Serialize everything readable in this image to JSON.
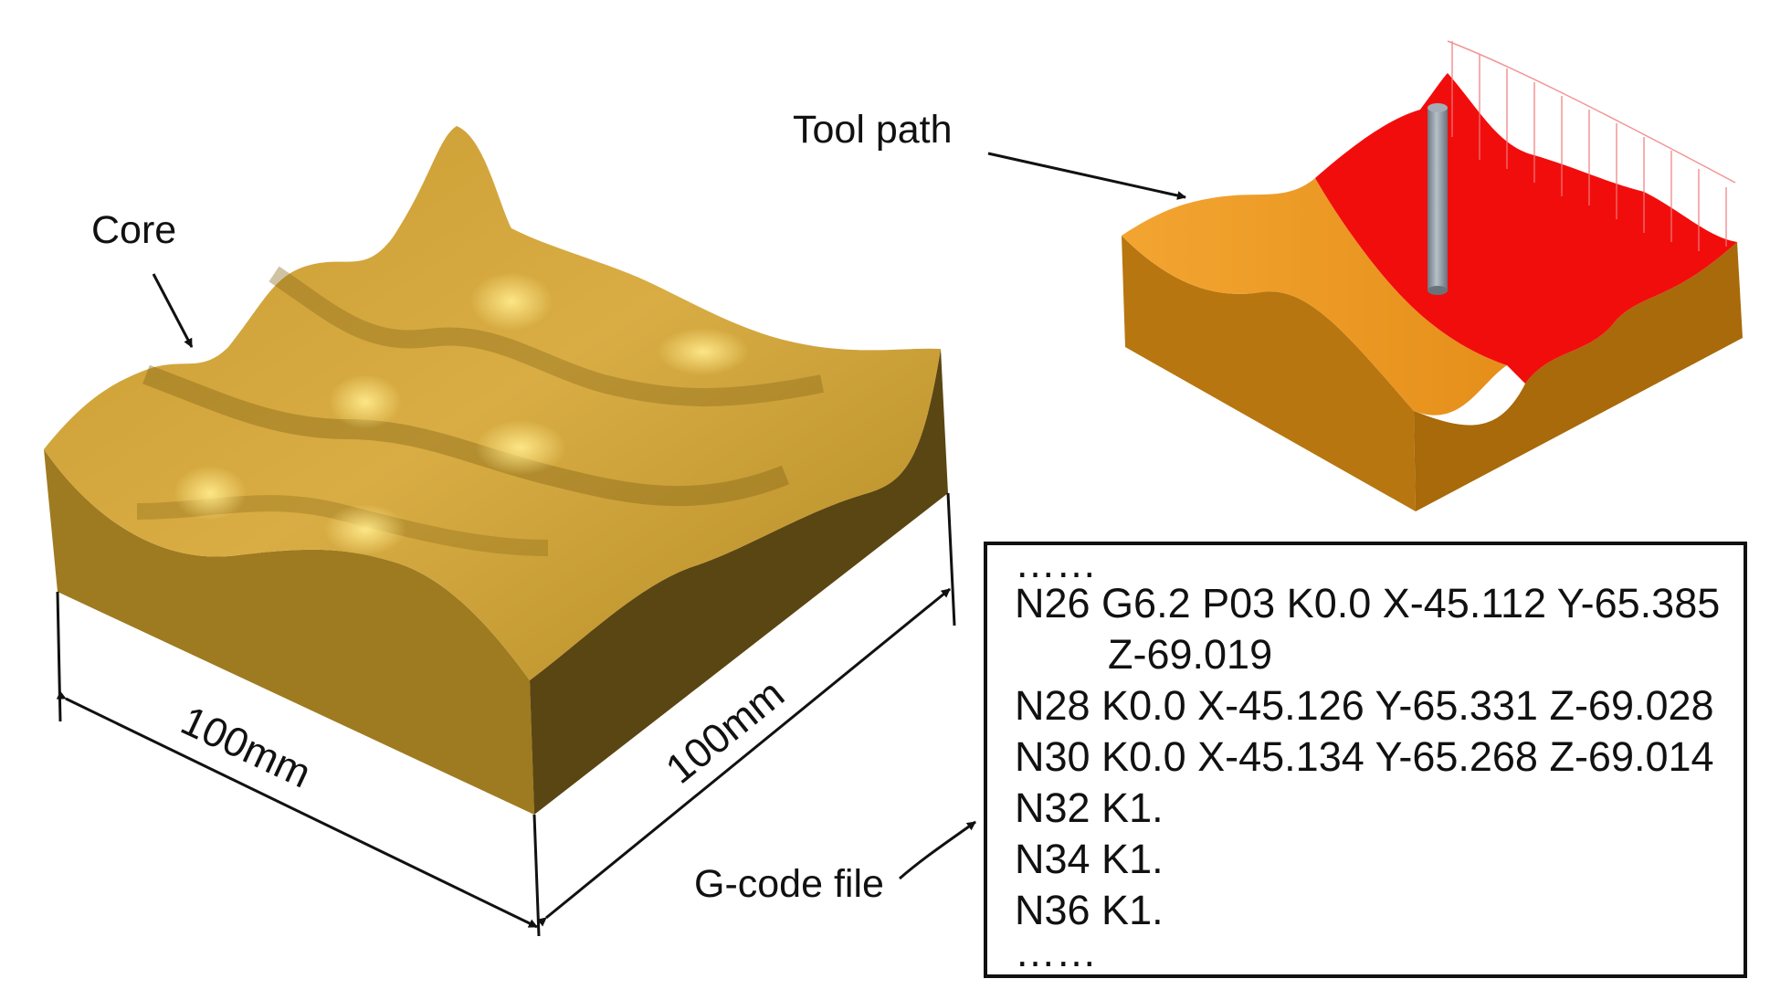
{
  "labels": {
    "core": "Core",
    "tool_path": "Tool path",
    "gcode_file": "G-code file"
  },
  "dimensions": {
    "front": "100mm",
    "side": "100mm"
  },
  "gcode_lines": [
    "……",
    "N26 G6.2 P03 K0.0 X-45.112 Y-65.385",
    "Z-69.019",
    "N28 K0.0 X-45.126 Y-65.331 Z-69.028",
    "N30 K0.0 X-45.134 Y-65.268 Z-69.014",
    "N32 K1.",
    "N34 K1.",
    "N36 K1.",
    "……"
  ],
  "colors": {
    "core_top": "#d4a73a",
    "core_front": "#9e7b20",
    "core_side": "#5a4612",
    "toolpath_fill": "#f20d0d",
    "machined_surface": "#f0a02a",
    "block_side": "#b7760f",
    "tool": "#8e99a3"
  }
}
